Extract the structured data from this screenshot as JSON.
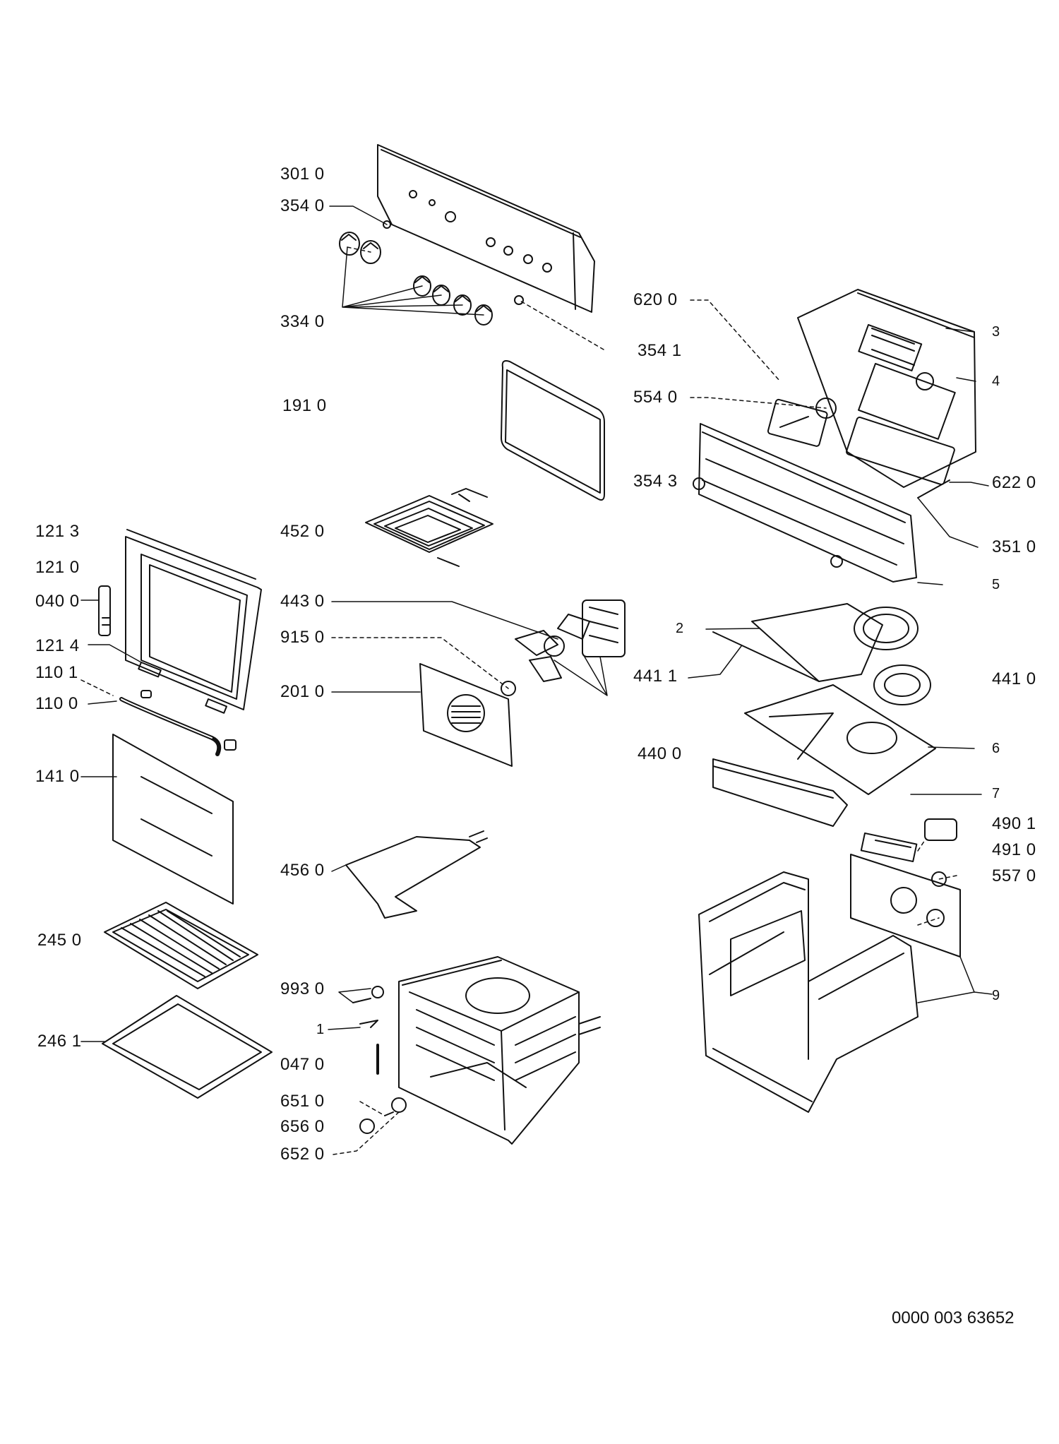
{
  "diagram": {
    "reference": "0000 003 63652",
    "labels": {
      "l3010": "301 0",
      "l3540": "354 0",
      "l3340": "334 0",
      "l3541": "354 1",
      "l1910": "191 0",
      "l6200": "620 0",
      "l5540": "554 0",
      "l3543": "354 3",
      "l6220": "622 0",
      "l3510": "351 0",
      "l1213": "121 3",
      "l4520": "452 0",
      "l1210": "121 0",
      "l0400": "040 0",
      "l4430": "443 0",
      "l1214": "121 4",
      "l9150": "915 0",
      "l1101": "110 1",
      "l2010": "201 0",
      "l1100": "110 0",
      "l4411": "441 1",
      "l4410": "441 0",
      "l4400": "440 0",
      "l1410": "141 0",
      "l4901": "490 1",
      "l4910": "491 0",
      "l5570": "557 0",
      "l4560": "456 0",
      "l2450": "245 0",
      "l9930": "993 0",
      "l2461": "246 1",
      "l0470": "047 0",
      "l6510": "651 0",
      "l6560": "656 0",
      "l6520": "652 0",
      "n3": "3",
      "n4": "4",
      "n5": "5",
      "n2": "2",
      "n6": "6",
      "n7": "7",
      "n9": "9",
      "n1": "1"
    }
  }
}
